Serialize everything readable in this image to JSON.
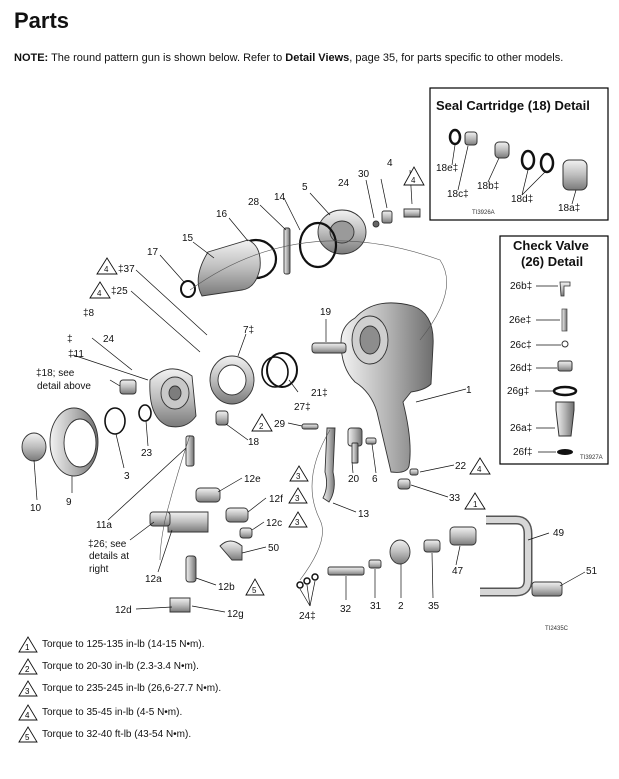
{
  "page": {
    "title": "Parts",
    "note_prefix": "NOTE:",
    "note_text_1": " The round pattern gun is shown below. Refer to ",
    "note_link": "Detail Views",
    "note_text_2": ", page 35, for parts specific to other models."
  },
  "seal_detail": {
    "heading": "Seal Cartridge (18) Detail",
    "labels": [
      "18e‡",
      "18c‡",
      "18b‡",
      "18d‡",
      "18a‡"
    ],
    "code": "TI3926A"
  },
  "check_detail": {
    "heading_line1": "Check Valve",
    "heading_line2": "(26) Detail",
    "labels": [
      "26b‡",
      "26e‡",
      "26c‡",
      "26d‡",
      "26g‡",
      "26a‡",
      "26f‡"
    ],
    "code": "TI3927A"
  },
  "callouts": {
    "n4_top": "4",
    "n30": "30",
    "n24_top": "24",
    "n5": "5",
    "n14": "14",
    "n28": "28",
    "n16": "16",
    "n15": "15",
    "n17": "17",
    "n37": "‡37",
    "n25": "‡25",
    "n8": "‡8",
    "n24_left": "24",
    "dagger": "‡",
    "n11": "‡11",
    "n18see_1": "‡18; see",
    "n18see_2": "detail above",
    "n7": "7‡",
    "n19": "19",
    "n21": "21‡",
    "n27": "27‡",
    "n1": "1",
    "n18": "18",
    "n29": "29",
    "n23": "23",
    "n3": "3",
    "n10": "10",
    "n9": "9",
    "n20": "20",
    "n6": "6",
    "n22": "22",
    "n33": "33",
    "n13": "13",
    "n12e": "12e",
    "n12f": "12f",
    "n12c": "12c",
    "n50": "50",
    "n11a": "11a",
    "n26see_1": "‡26; see",
    "n26see_2": "details at",
    "n26see_3": "right",
    "n12a": "12a",
    "n12b": "12b",
    "n12d": "12d",
    "n12g": "12g",
    "n24b": "24‡",
    "n32": "32",
    "n31": "31",
    "n2": "2",
    "n35": "35",
    "n47": "47",
    "n49": "49",
    "n51": "51",
    "code_main": "TI2435C"
  },
  "legend": [
    {
      "num": "1",
      "text": "Torque to 125-135 in-lb (14-15 N•m)."
    },
    {
      "num": "2",
      "text": "Torque to 20-30 in-lb (2.3-3.4 N•m)."
    },
    {
      "num": "3",
      "text": "Torque to 235-245 in-lb (26,6-27.7 N•m)."
    },
    {
      "num": "4",
      "text": "Torque to 35-45 in-lb (4-5 N•m)."
    },
    {
      "num": "5",
      "text": "Torque to 32-40 ft-lb (43-54 N•m)."
    }
  ],
  "colors": {
    "part_fill": "#d9d9d9",
    "part_dark": "#8a8a8a",
    "line": "#222222"
  }
}
